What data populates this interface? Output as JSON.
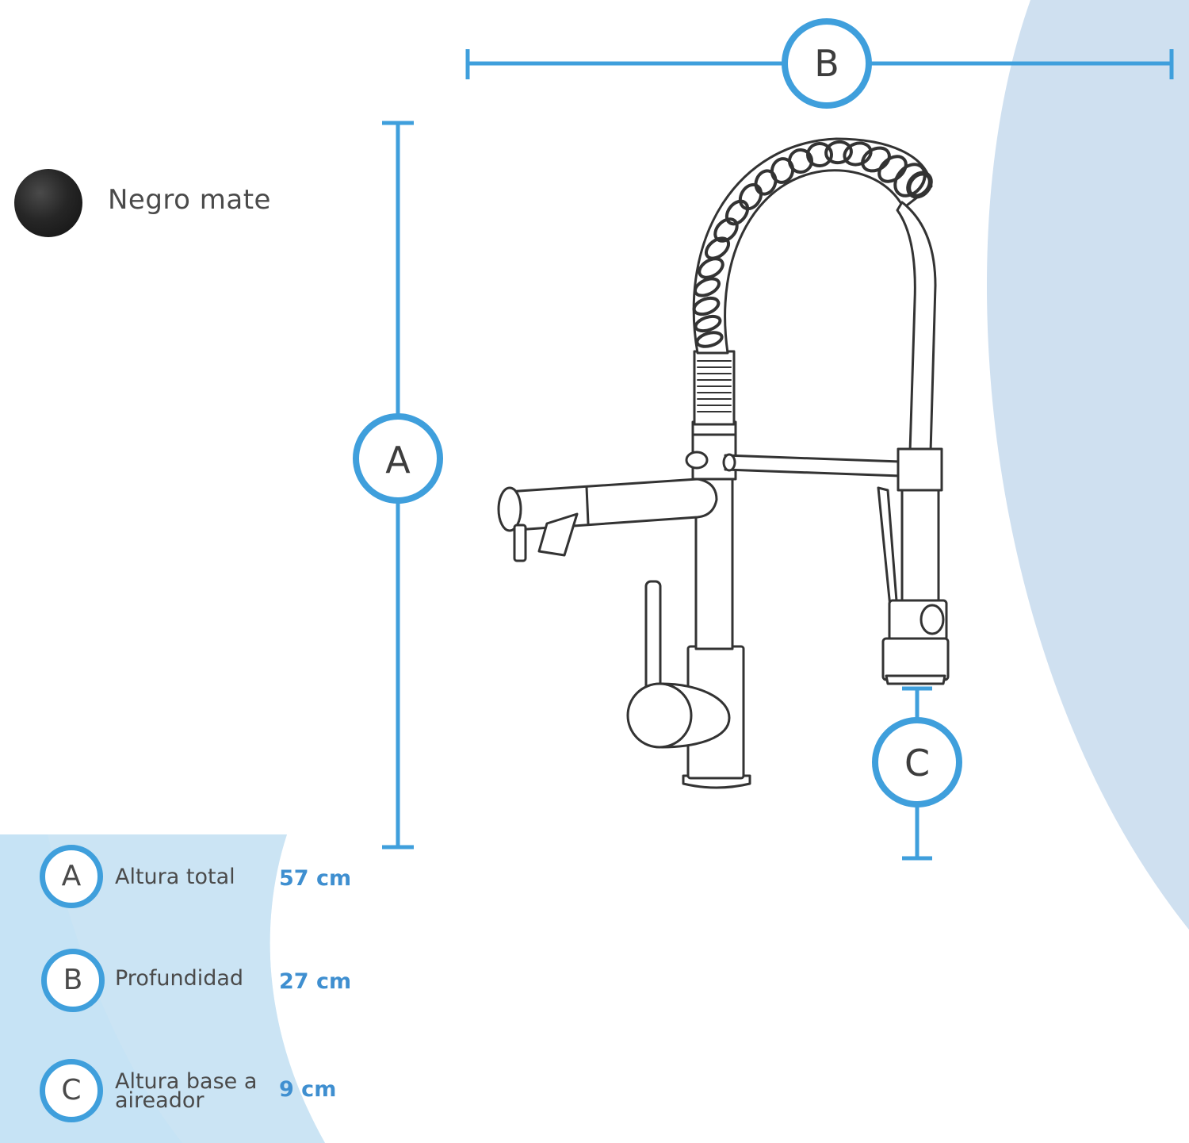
{
  "finish": {
    "label": "Negro mate",
    "swatch_color": "#1a1a1a"
  },
  "dimension_markers": {
    "a": "A",
    "b": "B",
    "c": "C"
  },
  "legend": [
    {
      "key": "A",
      "name": "Altura total",
      "value": "57 cm"
    },
    {
      "key": "B",
      "name": "Profundidad",
      "value": "27 cm"
    },
    {
      "key": "C",
      "name_line1": "Altura base a",
      "name_line2": "aireador",
      "value": "9 cm"
    }
  ],
  "colors": {
    "accent": "#3f9fdc",
    "panel": "#cfe0f0",
    "panel_light": "#c6e3f5",
    "outline": "#333333",
    "text": "#4a4a4a",
    "value_text": "#3f8fd0"
  }
}
